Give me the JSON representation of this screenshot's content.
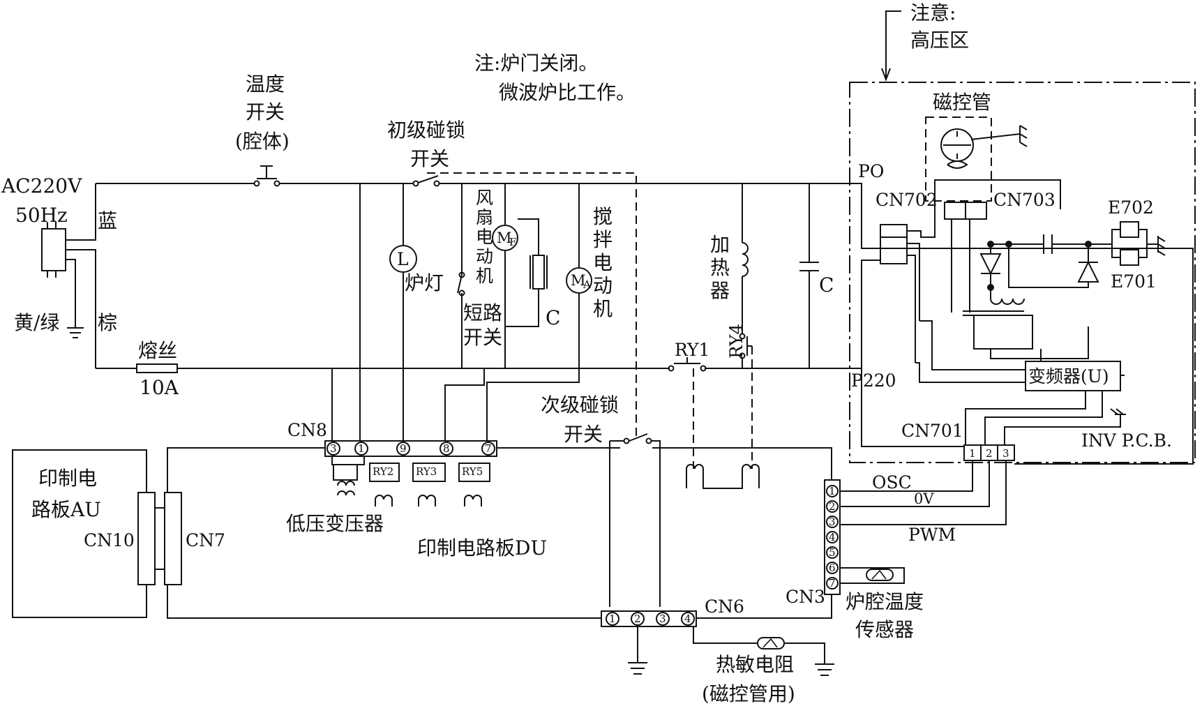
{
  "notes": {
    "high_voltage_line1": "注意:",
    "high_voltage_line2": "高压区",
    "door_line1": "注:炉门关闭。",
    "door_line2": "微波炉比工作。"
  },
  "power": {
    "voltage": "AC220V",
    "frequency": "50Hz",
    "blue": "蓝",
    "brown": "棕",
    "ground": "黄/绿"
  },
  "thermal_switch": {
    "line1": "温度",
    "line2": "开关",
    "line3": "(腔体)"
  },
  "primary_interlock": {
    "line1": "初级碰锁",
    "line2": "开关"
  },
  "secondary_interlock": {
    "line1": "次级碰锁",
    "line2": "开关"
  },
  "fuse": {
    "name": "熔丝",
    "rating": "10A"
  },
  "lamp": {
    "symbol": "L",
    "label": "炉灯"
  },
  "fan_motor": {
    "label": [
      "风",
      "扇",
      "电",
      "动",
      "机"
    ],
    "symbol": "M",
    "subscript": "F"
  },
  "short_switch": {
    "line1": "短路",
    "line2": "开关"
  },
  "capacitor_label": "C",
  "stirrer_motor": {
    "label": [
      "搅",
      "拌",
      "电",
      "动",
      "机"
    ],
    "symbol": "M",
    "subscript": "A"
  },
  "heater": {
    "label": [
      "加",
      "热",
      "器"
    ]
  },
  "relays": {
    "ry1": "RY1",
    "ry4": "RY4",
    "ry2": "RY2",
    "ry3": "RY3",
    "ry5": "RY5"
  },
  "magnetron": {
    "label": "磁控管"
  },
  "connectors": {
    "po": "PO",
    "p220": "P220",
    "cn702": "CN702",
    "cn703": "CN703",
    "cn701": "CN701",
    "cn8": "CN8",
    "cn7": "CN7",
    "cn10": "CN10",
    "cn6": "CN6",
    "cn3": "CN3"
  },
  "hv_parts": {
    "e702": "E702",
    "e701": "E701",
    "inverter": "变频器(U)",
    "inv_pcb": "INV P.C.B."
  },
  "cn701_pins": [
    "1",
    "2",
    "3"
  ],
  "cn8_pins": [
    "3",
    "1",
    "9",
    "8",
    "7"
  ],
  "cn6_pins": [
    "1",
    "2",
    "3",
    "4"
  ],
  "cn3_pins": [
    "1",
    "2",
    "3",
    "4",
    "5",
    "6",
    "7"
  ],
  "signals": {
    "osc": "OSC",
    "zero_v": "0V",
    "pwm": "PWM"
  },
  "boards": {
    "au_line1": "印制电",
    "au_line2": "路板AU",
    "du": "印制电路板DU"
  },
  "transformer": "低压变压器",
  "cavity_sensor": {
    "line1": "炉腔温度",
    "line2": "传感器"
  },
  "thermistor": {
    "line1": "热敏电阻",
    "line2": "(磁控管用)"
  }
}
